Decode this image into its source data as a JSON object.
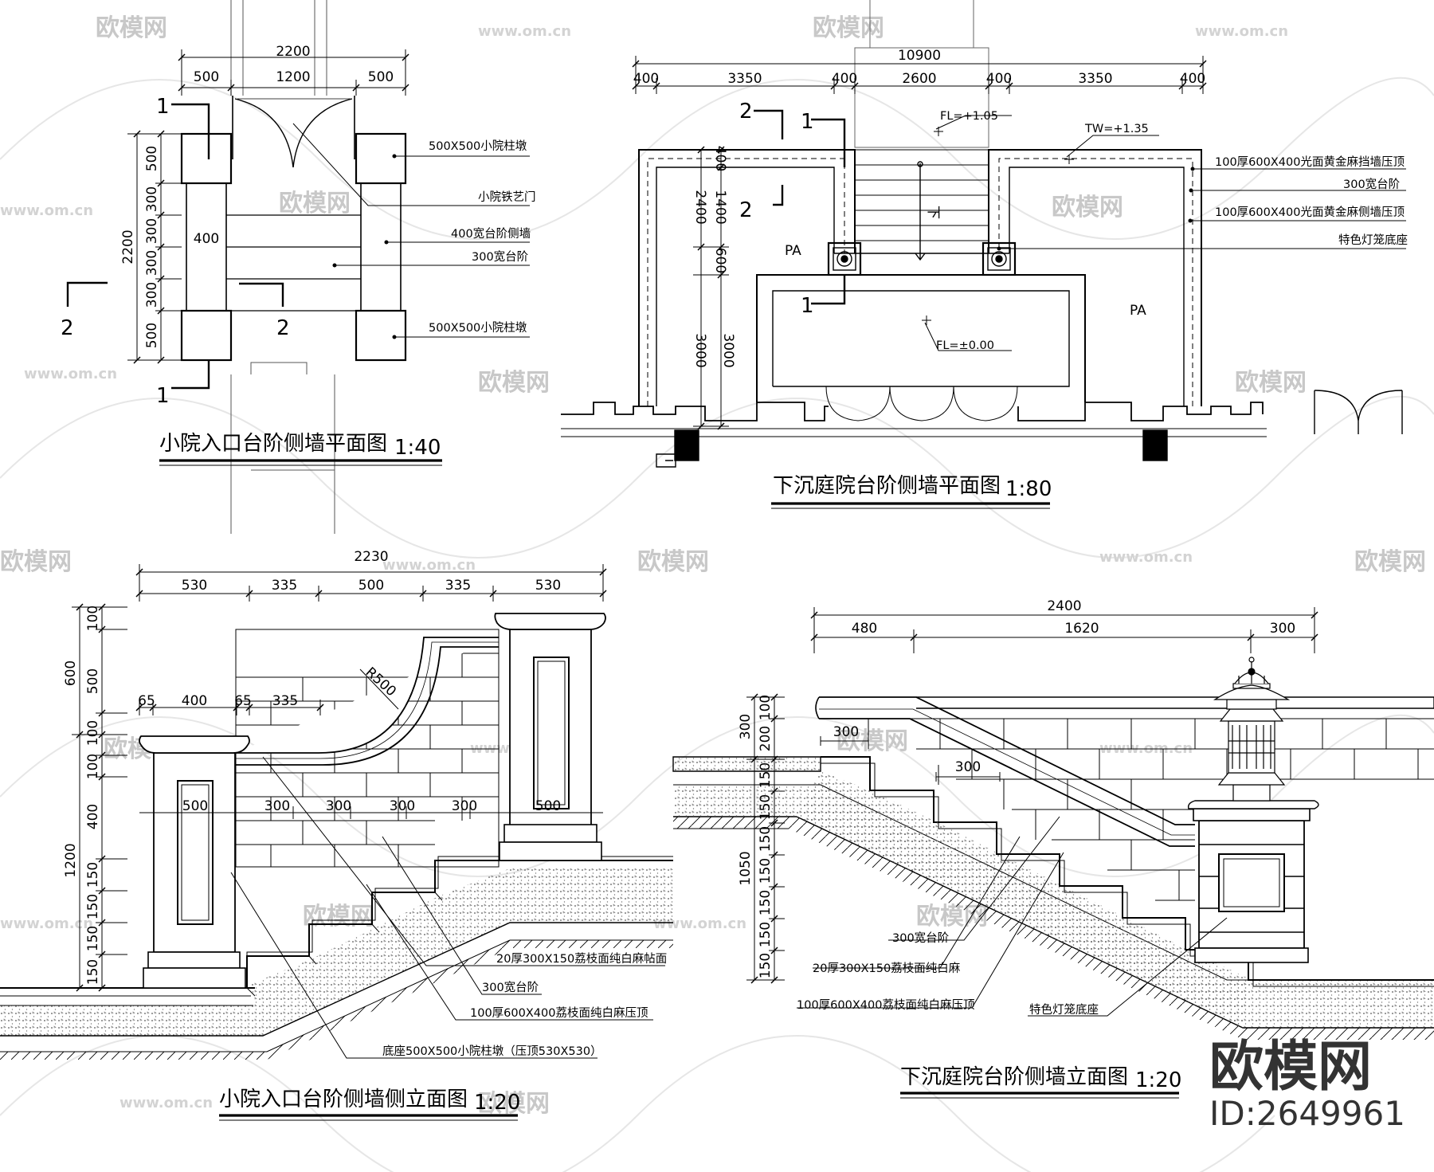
{
  "drawings": {
    "plan_small": {
      "title": "小院入口台阶侧墙平面图",
      "scale": "1:40",
      "dims_top": [
        "2200",
        "500",
        "1200",
        "500"
      ],
      "dims_left": [
        "2200",
        "500",
        "300",
        "300",
        "300",
        "300",
        "500"
      ],
      "inner_dim": "400",
      "section_marks": [
        "1",
        "1",
        "2",
        "2"
      ],
      "labels": [
        "500X500小院柱墩",
        "小院铁艺门",
        "400宽台阶侧墙",
        "300宽台阶",
        "500X500小院柱墩"
      ]
    },
    "plan_sunken": {
      "title": "下沉庭院台阶侧墙平面图",
      "scale": "1:80",
      "dims_top_total": "10900",
      "dims_top": [
        "400",
        "3350",
        "400",
        "2600",
        "400",
        "3350",
        "400"
      ],
      "dims_left": [
        "400",
        "1400",
        "600",
        "2400",
        "3000",
        "3000"
      ],
      "level_top": "FL=+1.05",
      "level_wall": "TW=+1.35",
      "level_floor": "FL=±0.00",
      "arrow_text": "下",
      "area_labels": [
        "PA",
        "PA"
      ],
      "section_marks": [
        "2",
        "1",
        "2",
        "1"
      ],
      "labels": [
        "100厚600X400光面黄金麻挡墙压顶",
        "300宽台阶",
        "100厚600X400光面黄金麻侧墙压顶",
        "特色灯笼底座"
      ]
    },
    "elev_small": {
      "title": "小院入口台阶侧墙侧立面图",
      "scale": "1:20",
      "dims_top_total": "2230",
      "dims_top": [
        "530",
        "335",
        "500",
        "335",
        "530"
      ],
      "dims_mid": [
        "65",
        "400",
        "65",
        "335"
      ],
      "radius": "R500",
      "dims_left_outer": [
        "600",
        "1200"
      ],
      "dims_left_inner": [
        "100",
        "500",
        "100",
        "100",
        "400",
        "150",
        "150",
        "150",
        "150"
      ],
      "dims_wall": [
        "500",
        "300",
        "300",
        "300",
        "300",
        "500"
      ],
      "labels": [
        "20厚300X150荔枝面纯白麻帖面",
        "300宽台阶",
        "100厚600X400荔枝面纯白麻压顶",
        "底座500X500小院柱墩（压顶530X530）"
      ]
    },
    "elev_sunken": {
      "title": "下沉庭院台阶侧墙立面图",
      "scale": "1:20",
      "dims_top_total": "2400",
      "dims_top": [
        "480",
        "1620",
        "300"
      ],
      "dims_left_outer": [
        "300",
        "1050"
      ],
      "dims_left_inner": [
        "100",
        "200",
        "150",
        "150",
        "150",
        "150",
        "150",
        "150",
        "150"
      ],
      "dims_inner": [
        "300",
        "300"
      ],
      "labels": [
        "300宽台阶",
        "20厚300X150荔枝面纯白麻",
        "100厚600X400荔枝面纯白麻压顶",
        "特色灯笼底座"
      ]
    }
  },
  "watermark": {
    "brand": "欧模网",
    "url": "www.om.cn",
    "id": "ID:2649961"
  }
}
